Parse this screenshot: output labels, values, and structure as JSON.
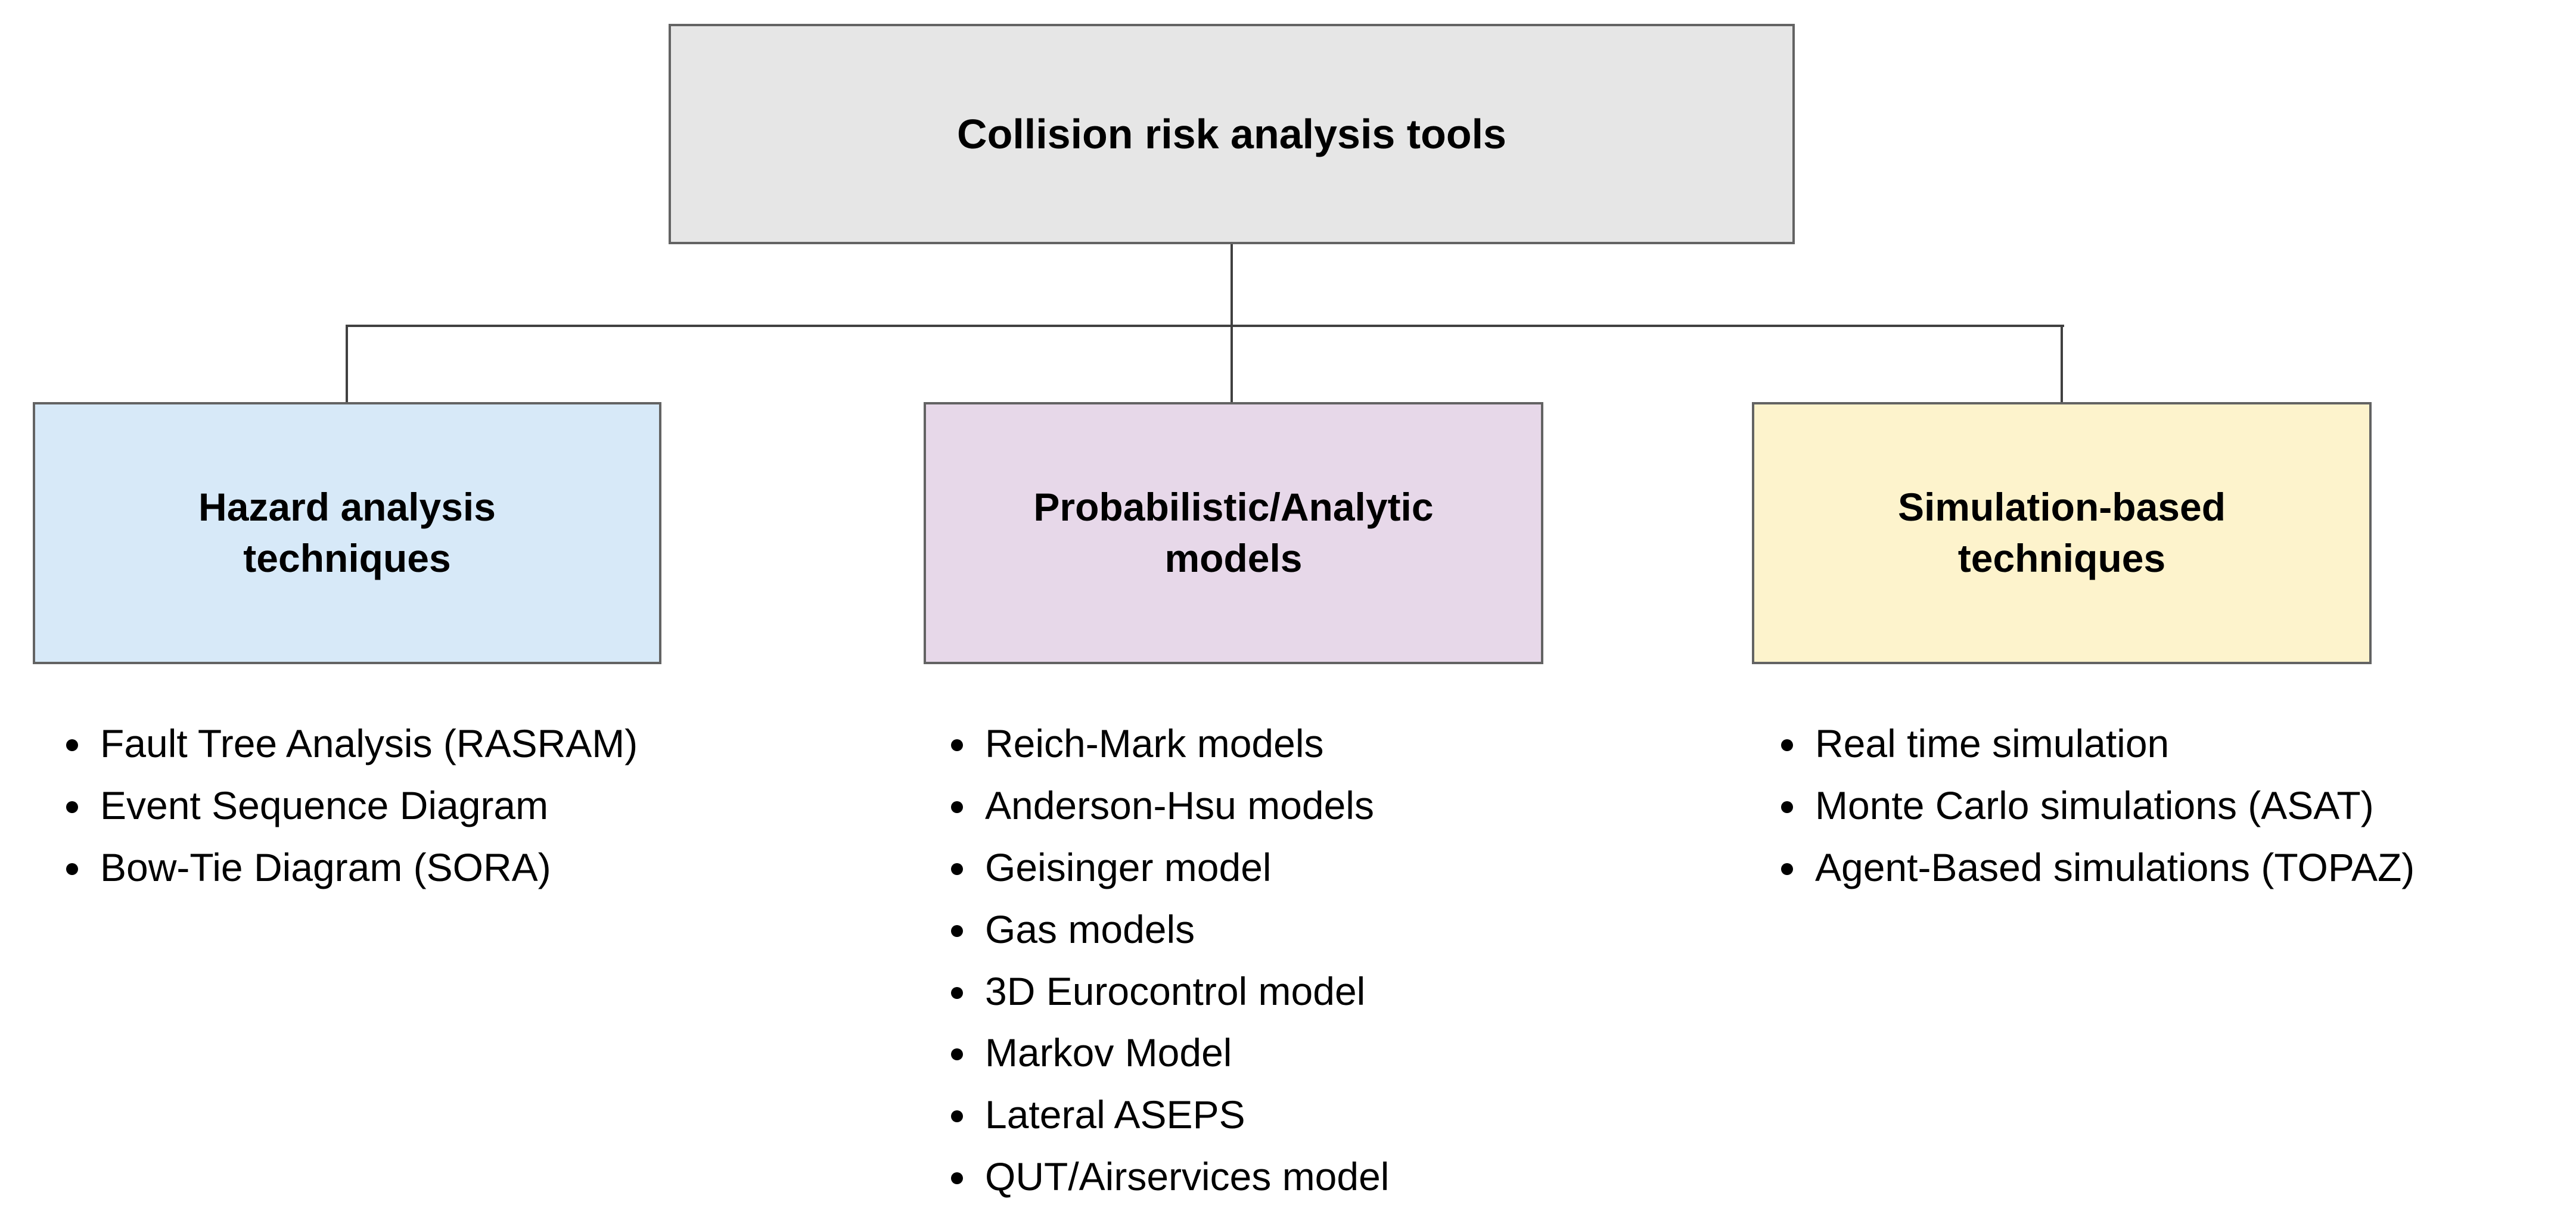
{
  "diagram": {
    "root": {
      "label": "Collision risk analysis tools",
      "color": "#e6e6e6"
    },
    "branches": [
      {
        "title": "Hazard analysis\ntechniques",
        "color": "#d7e9f8",
        "items": [
          "Fault Tree Analysis (RASRAM)",
          "Event Sequence Diagram",
          "Bow-Tie Diagram (SORA)"
        ]
      },
      {
        "title": "Probabilistic/Analytic\nmodels",
        "color": "#e7d8e9",
        "items": [
          "Reich-Mark models",
          "Anderson-Hsu models",
          "Geisinger model",
          "Gas models",
          "3D Eurocontrol model",
          "Markov Model",
          "Lateral ASEPS",
          "QUT/Airservices model"
        ]
      },
      {
        "title": "Simulation-based\ntechniques",
        "color": "#fdf3cc",
        "items": [
          "Real time simulation",
          "Monte Carlo simulations (ASAT)",
          "Agent-Based simulations (TOPAZ)"
        ]
      }
    ]
  }
}
